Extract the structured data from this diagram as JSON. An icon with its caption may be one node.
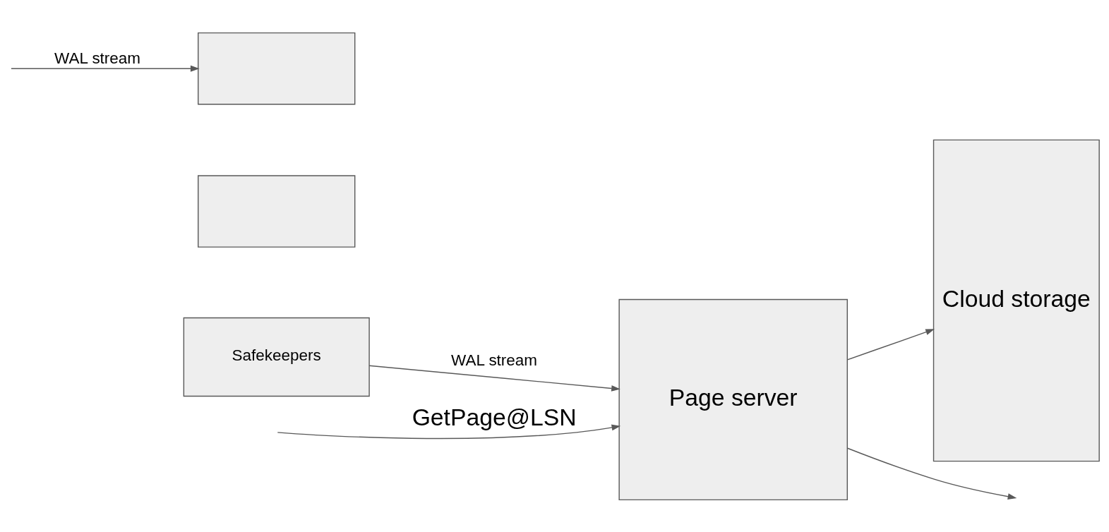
{
  "diagram": {
    "nodes": [
      {
        "text": [],
        "shape": "box"
      },
      {
        "text": [],
        "shape": "box"
      },
      {
        "text": [
          "Safekeepers"
        ]
      },
      {
        "text": [
          "Page server"
        ]
      },
      {
        "text": [
          "Cloud storage"
        ]
      }
    ],
    "edges": [
      {
        "from": null,
        "to": 0,
        "arrow": "to",
        "label": "WAL stream"
      },
      {
        "from": 2,
        "to": 3,
        "arrow": "to",
        "label": "WAL stream"
      },
      {
        "from": null,
        "to": 3,
        "arrow": "to",
        "label": "GetPage@LSN"
      },
      {
        "from": 3,
        "to": null,
        "arrow": "to"
      },
      {
        "from": 3,
        "to": 4,
        "arrow": "to"
      }
    ]
  }
}
